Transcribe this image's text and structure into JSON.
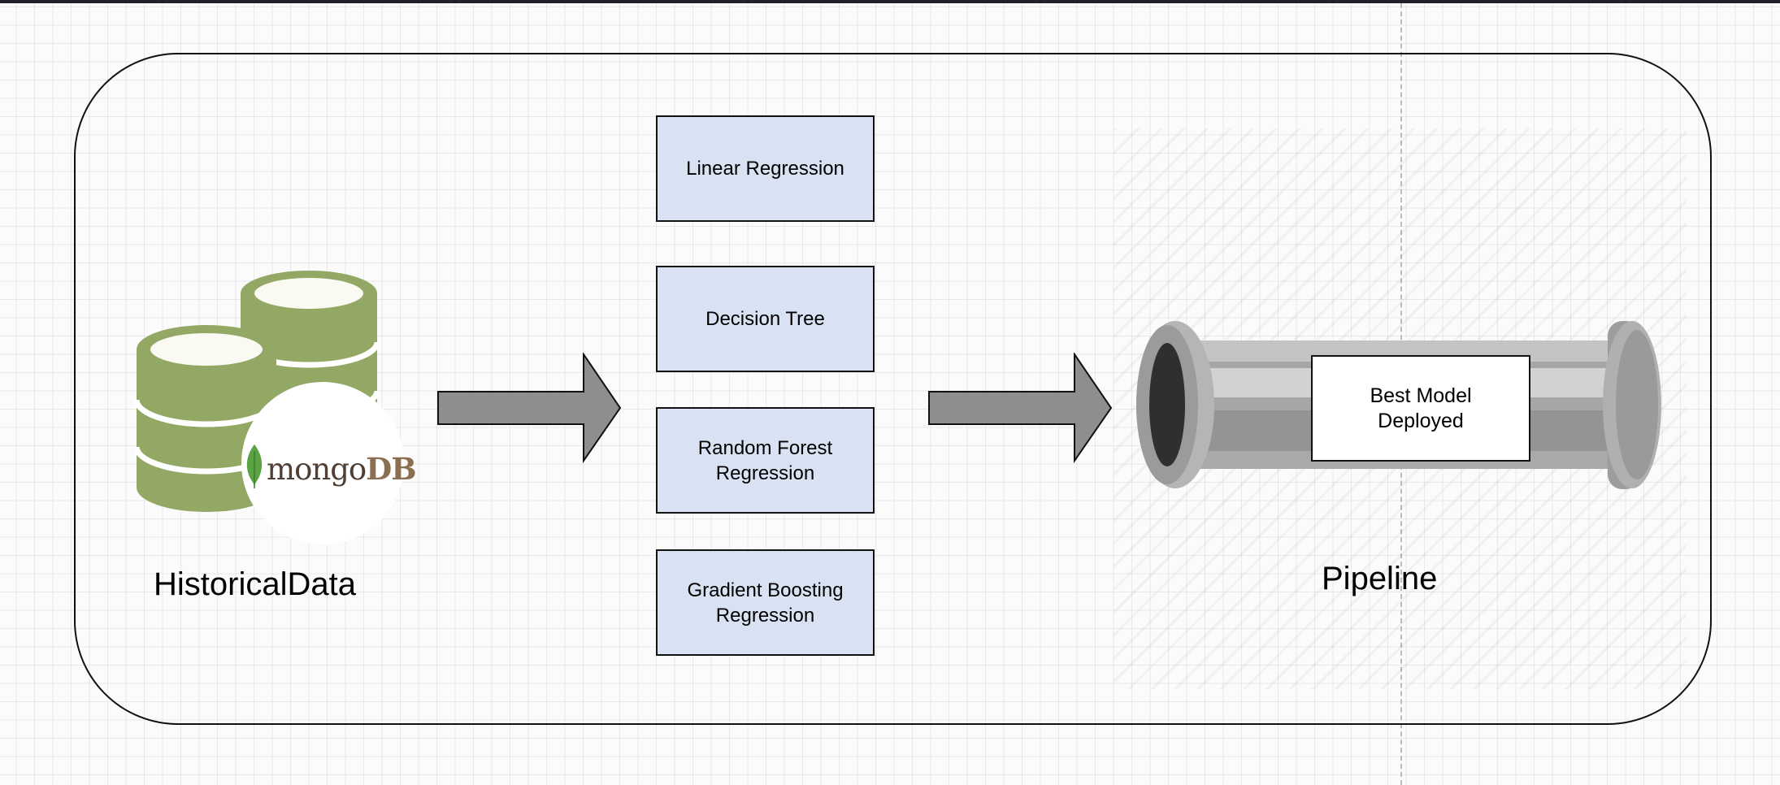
{
  "diagram": {
    "source_label": "HistoricalData",
    "source_logo_text": "mongoDB",
    "models": [
      "Linear Regression",
      "Decision Tree",
      "Random Forest\nRegression",
      "Gradient Boosting\nRegression"
    ],
    "output_label": "Best Model\nDeployed",
    "pipeline_label": "Pipeline"
  },
  "colors": {
    "model_box_fill": "#d9e2f3",
    "database_green": "#93a865",
    "mongodb_leaf": "#5ba243",
    "arrow_fill": "#8e8e8e",
    "pipe_gray": "#a8a8a8"
  },
  "icons": [
    "database-icon",
    "mongodb-logo",
    "pipe-icon"
  ]
}
